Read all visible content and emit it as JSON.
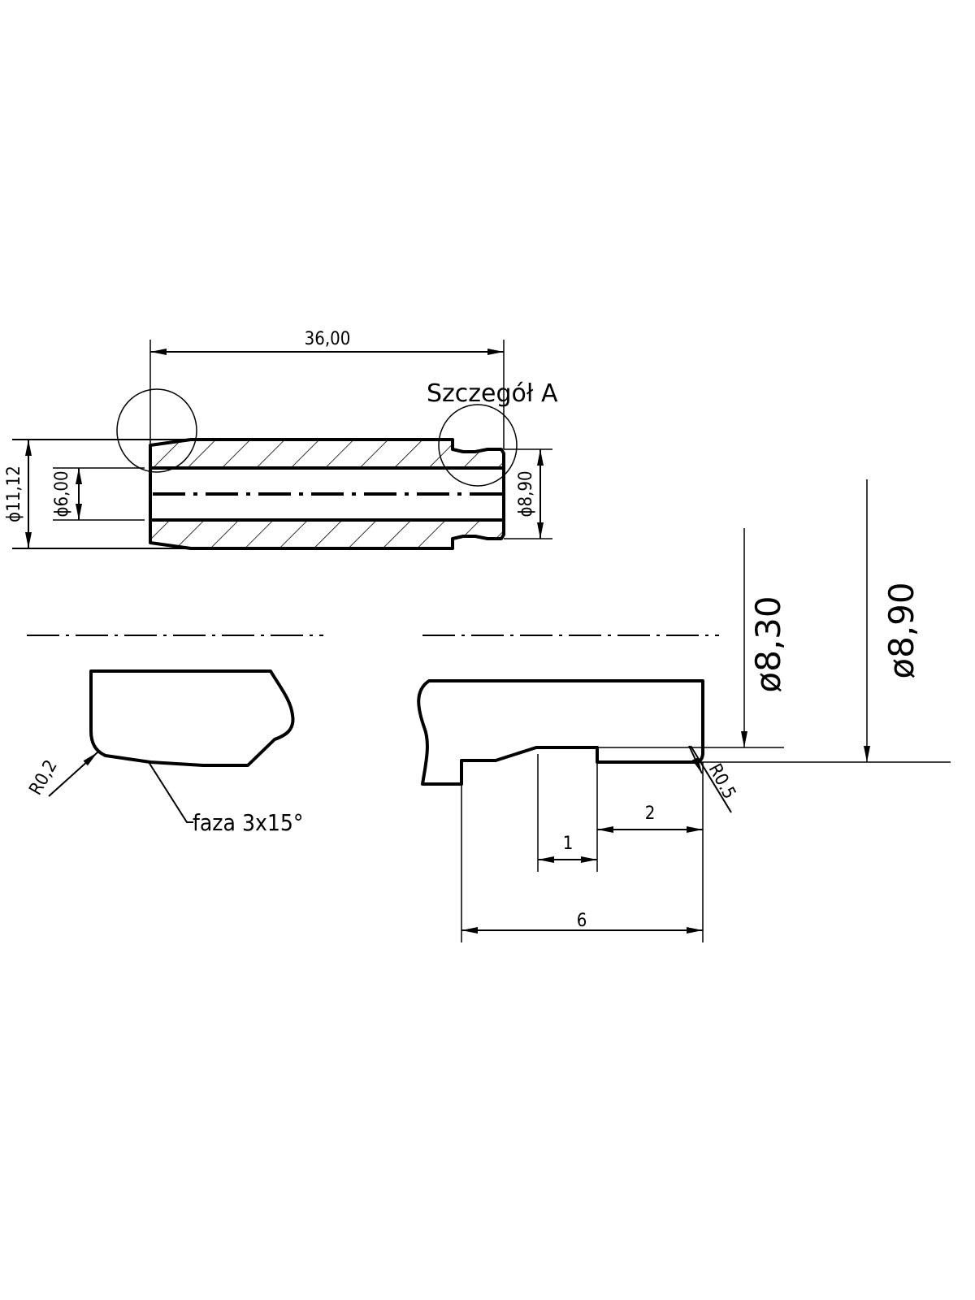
{
  "main_view": {
    "length_dim": "36,00",
    "detail_label": "Szczegół A",
    "outer_dia_dim": "ϕ11,12",
    "bore_dia_dim": "ϕ6,00",
    "end_dia_dim": "ϕ8,90"
  },
  "detail_left": {
    "radius_label": "R0,2",
    "chamfer_label": "faza 3x15°"
  },
  "detail_right": {
    "radius_label": "R0.5",
    "dim_groove_width": "1",
    "dim_groove_offset": "2",
    "dim_total": "6",
    "dia_inner": "ø8,30",
    "dia_outer": "ø8,90"
  }
}
